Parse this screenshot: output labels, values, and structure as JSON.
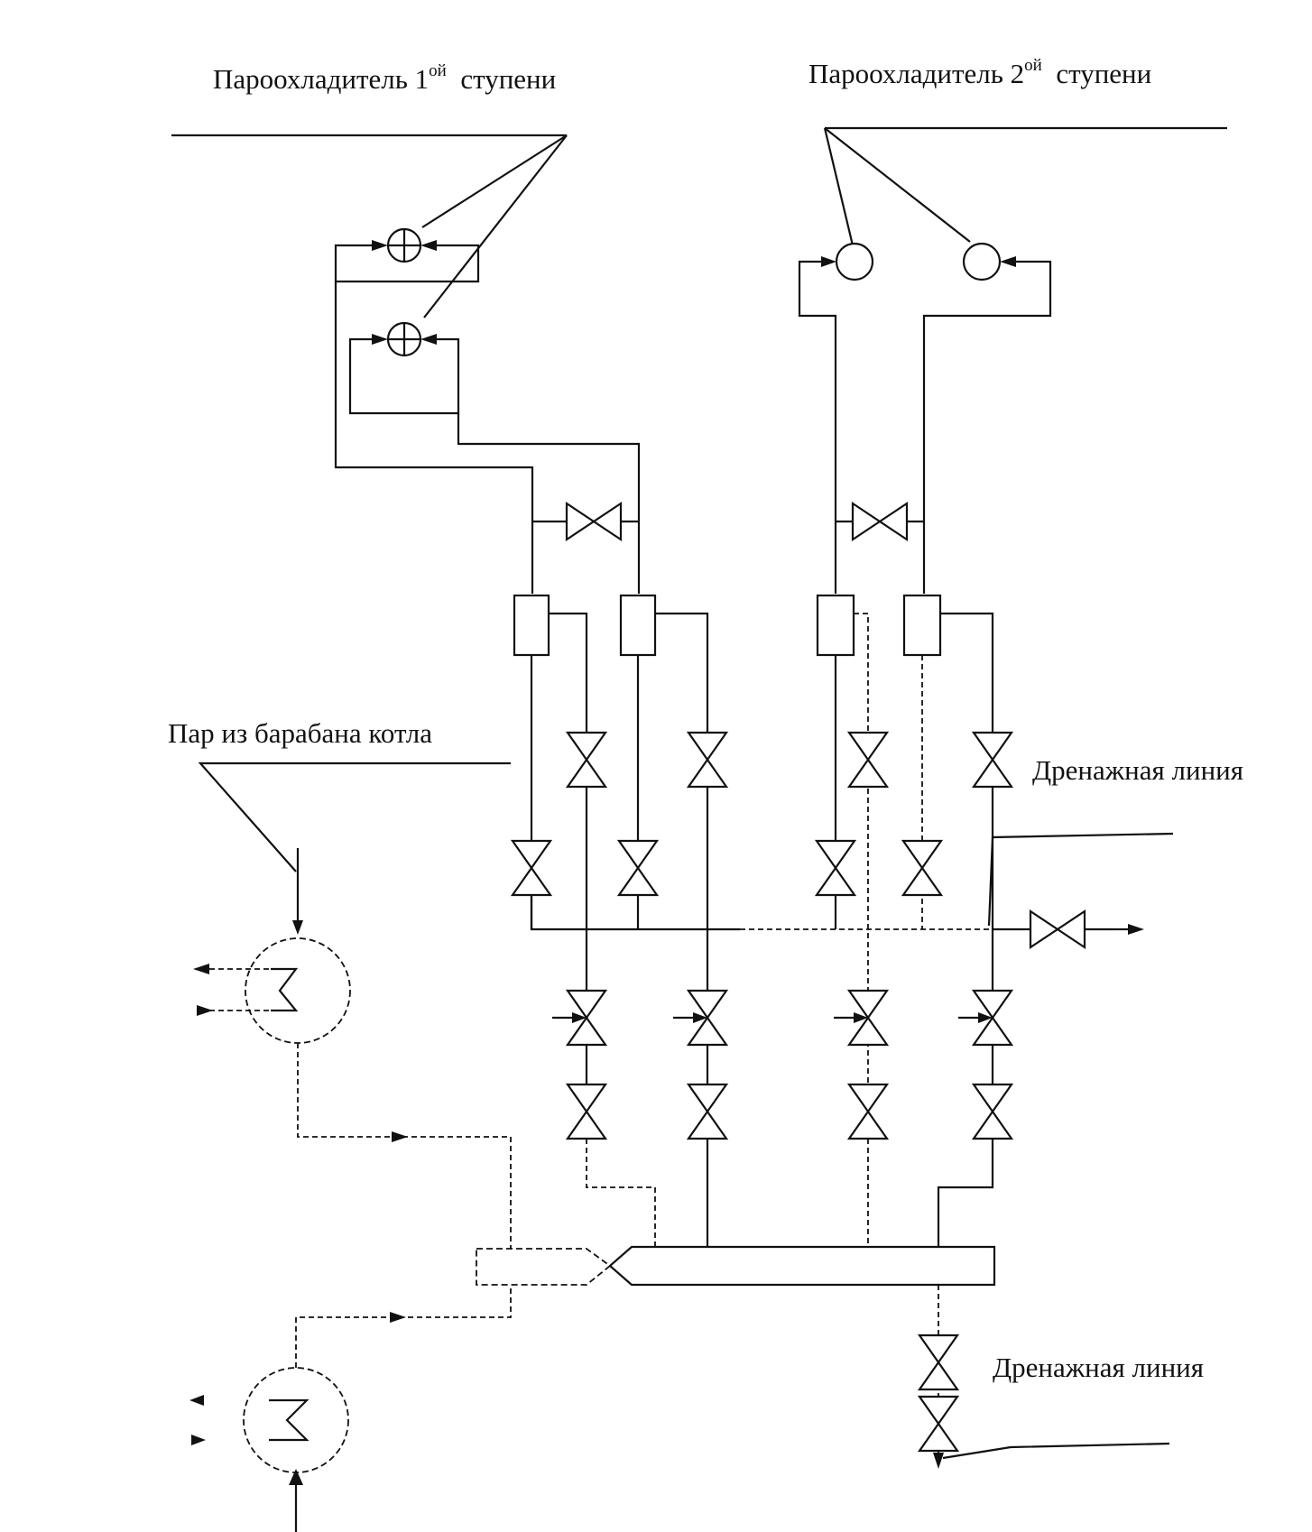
{
  "labels": {
    "desuperheater_1": "Пароохладитель 1",
    "desuperheater_1_sup": "ой",
    "desuperheater_1_suffix": "ступени",
    "desuperheater_2": "Пароохладитель 2",
    "desuperheater_2_sup": "ой",
    "desuperheater_2_suffix": "ступени",
    "drum_steam": "Пар из барабана котла",
    "drain_line_upper": "Дренажная линия",
    "drain_line_lower": "Дренажная линия"
  }
}
